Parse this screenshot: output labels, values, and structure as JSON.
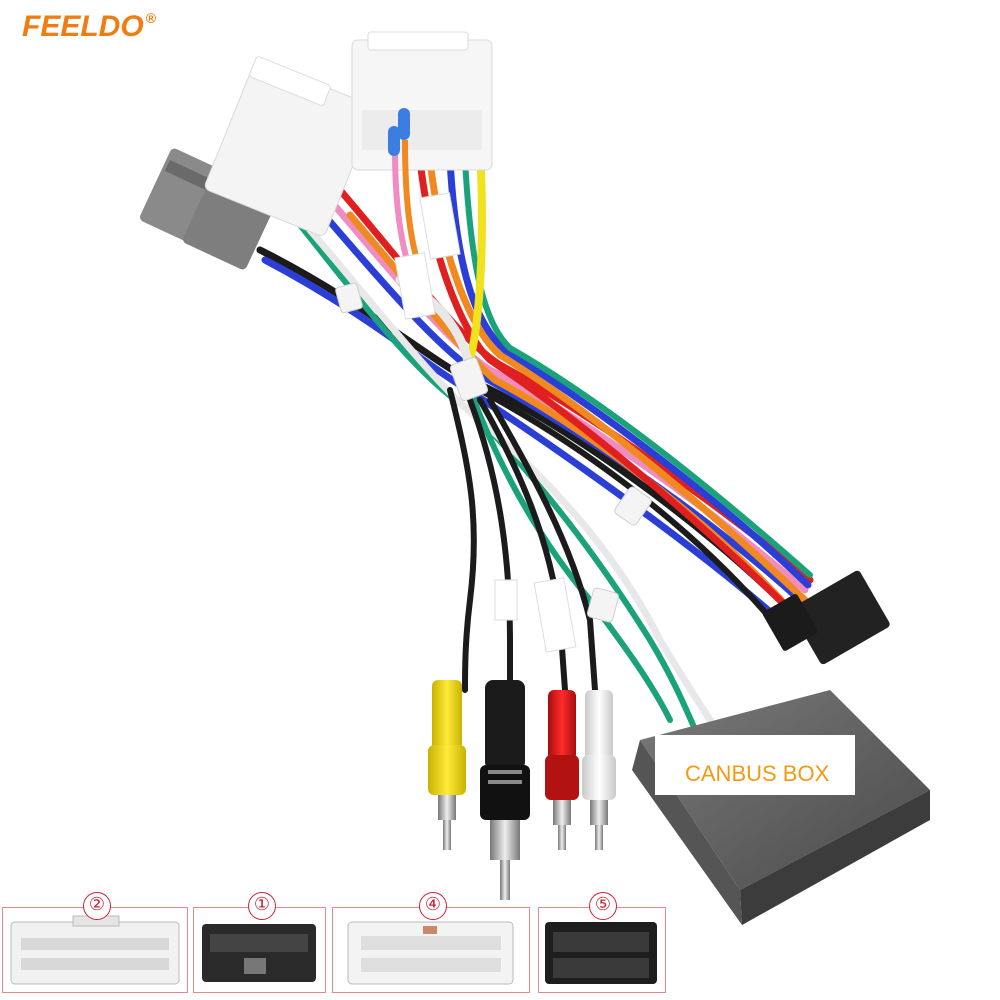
{
  "brand": {
    "name": "FEELDO",
    "mark": "®",
    "color": "#f07d12"
  },
  "box": {
    "label": "CANBUS BOX",
    "label_color": "#f39a12"
  },
  "connectors": [
    {
      "id": "2",
      "glyph": "②"
    },
    {
      "id": "1",
      "glyph": "①"
    },
    {
      "id": "4",
      "glyph": "④"
    },
    {
      "id": "5",
      "glyph": "⑤"
    }
  ],
  "colors": {
    "wire_red": "#e02020",
    "wire_yellow": "#f1e21e",
    "wire_blue": "#2b3fd6",
    "wire_green": "#1aa37a",
    "wire_pink": "#f08cc0",
    "wire_orange": "#f08a20",
    "wire_black": "#1b1b1b",
    "wire_white": "#e8e8e8",
    "connector_grey": "#8a8a8a"
  }
}
